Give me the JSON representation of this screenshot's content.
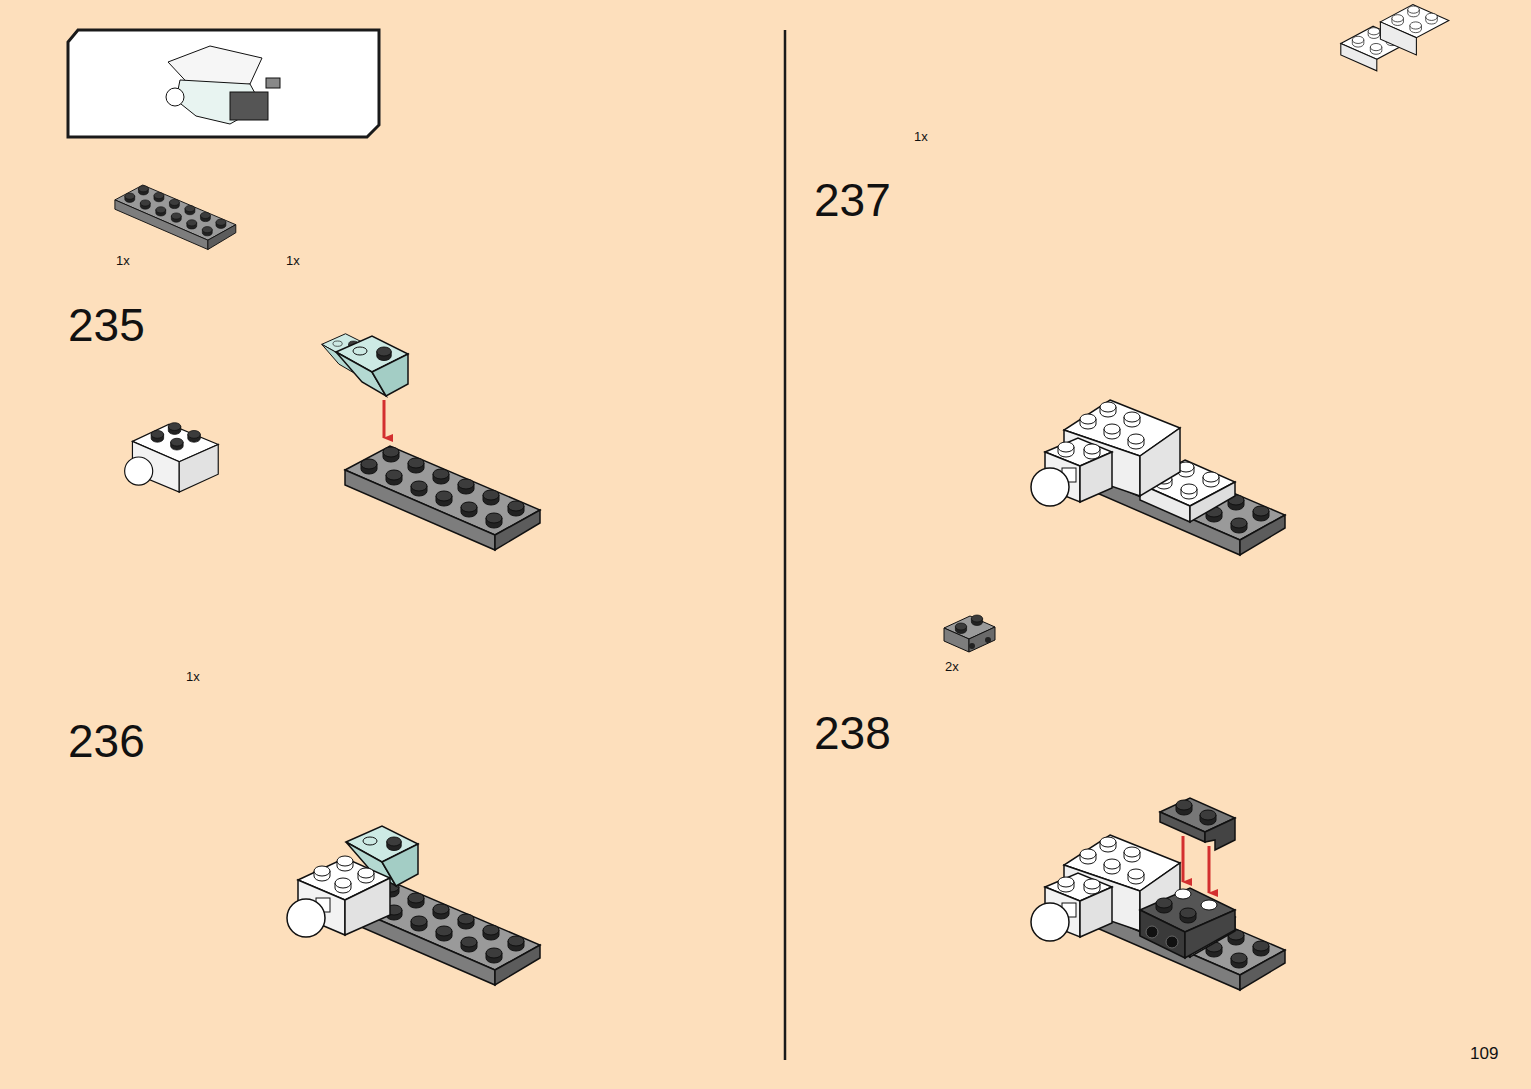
{
  "diagram": {
    "nodes": [
      {
        "text": [
          "1x",
          "1x"
        ]
      },
      {
        "text": [
          "1x"
        ]
      },
      {
        "text": [
          "1x"
        ]
      },
      {
        "text": [
          "2x"
        ]
      }
    ],
    "labels": [
      "235",
      "236",
      "237",
      "238",
      "109"
    ]
  }
}
